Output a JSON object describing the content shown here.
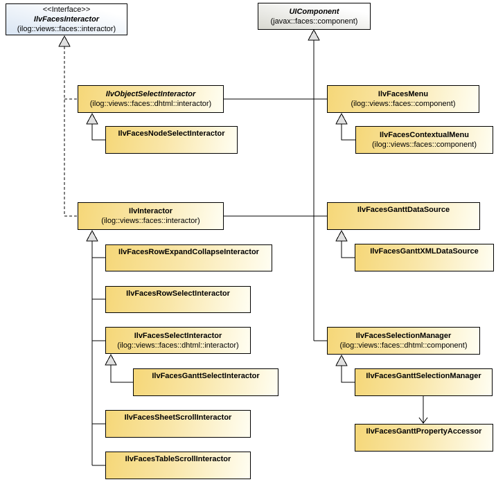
{
  "diagram": {
    "title": "IlvFaces Gantt JSF components and interactors class diagram",
    "colors": {
      "class_fill_left": "#f5d778",
      "class_fill_right": "#fffef2",
      "interface_fill": "#d9e5f3",
      "external_fill": "#d9d9d1",
      "border": "#000000",
      "triangle_fill": "#e0e0e0"
    },
    "nodes": {
      "facesInteractor": {
        "stereotype": "<<Interface>>",
        "name": "IlvFacesInteractor",
        "package": "(ilog::views::faces::interactor)"
      },
      "uiComponent": {
        "name": "UIComponent",
        "package": "(javax::faces::component)"
      },
      "objectSelectInteractor": {
        "name": "IlvObjectSelectInteractor",
        "package": "(ilog::views::faces::dhtml::interactor)"
      },
      "nodeSelectInteractor": {
        "name": "IlvFacesNodeSelectInteractor"
      },
      "facesMenu": {
        "name": "IlvFacesMenu",
        "package": "(ilog::views::faces::component)"
      },
      "contextualMenu": {
        "name": "IlvFacesContextualMenu",
        "package": "(ilog::views::faces::component)"
      },
      "interactor": {
        "name": "IlvInteractor",
        "package": "(ilog::views::faces::interactor)"
      },
      "ganttDataSource": {
        "name": "IlvFacesGanttDataSource"
      },
      "ganttXmlDataSource": {
        "name": "IlvFacesGanttXMLDataSource"
      },
      "rowExpandCollapse": {
        "name": "IlvFacesRowExpandCollapseInteractor"
      },
      "rowSelect": {
        "name": "IlvFacesRowSelectInteractor"
      },
      "selectInteractor": {
        "name": "IlvFacesSelectInteractor",
        "package": "(ilog::views::faces::dhtml::interactor)"
      },
      "ganttSelectInteractor": {
        "name": "IlvFacesGanttSelectInteractor"
      },
      "sheetScroll": {
        "name": "IlvFacesSheetScrollInteractor"
      },
      "tableScroll": {
        "name": "IlvFacesTableScrollInteractor"
      },
      "selectionManager": {
        "name": "IlvFacesSelectionManager",
        "package": "(ilog::views::faces::dhtml::component)"
      },
      "ganttSelectionManager": {
        "name": "IlvFacesGanttSelectionManager"
      },
      "ganttPropertyAccessor": {
        "name": "IlvFacesGanttPropertyAccessor"
      }
    },
    "relations": [
      {
        "from": "objectSelectInteractor",
        "to": "facesInteractor",
        "type": "realization"
      },
      {
        "from": "interactor",
        "to": "facesInteractor",
        "type": "realization"
      },
      {
        "from": "objectSelectInteractor",
        "to": "uiComponent",
        "type": "generalization"
      },
      {
        "from": "facesMenu",
        "to": "uiComponent",
        "type": "generalization"
      },
      {
        "from": "interactor",
        "to": "uiComponent",
        "type": "generalization"
      },
      {
        "from": "ganttDataSource",
        "to": "uiComponent",
        "type": "generalization"
      },
      {
        "from": "selectionManager",
        "to": "uiComponent",
        "type": "generalization"
      },
      {
        "from": "nodeSelectInteractor",
        "to": "objectSelectInteractor",
        "type": "generalization"
      },
      {
        "from": "contextualMenu",
        "to": "facesMenu",
        "type": "generalization"
      },
      {
        "from": "ganttXmlDataSource",
        "to": "ganttDataSource",
        "type": "generalization"
      },
      {
        "from": "rowExpandCollapse",
        "to": "interactor",
        "type": "generalization"
      },
      {
        "from": "rowSelect",
        "to": "interactor",
        "type": "generalization"
      },
      {
        "from": "selectInteractor",
        "to": "interactor",
        "type": "generalization"
      },
      {
        "from": "ganttSelectInteractor",
        "to": "selectInteractor",
        "type": "generalization"
      },
      {
        "from": "sheetScroll",
        "to": "interactor",
        "type": "generalization"
      },
      {
        "from": "tableScroll",
        "to": "interactor",
        "type": "generalization"
      },
      {
        "from": "ganttSelectionManager",
        "to": "selectionManager",
        "type": "generalization"
      },
      {
        "from": "ganttSelectionManager",
        "to": "ganttPropertyAccessor",
        "type": "association"
      }
    ]
  }
}
